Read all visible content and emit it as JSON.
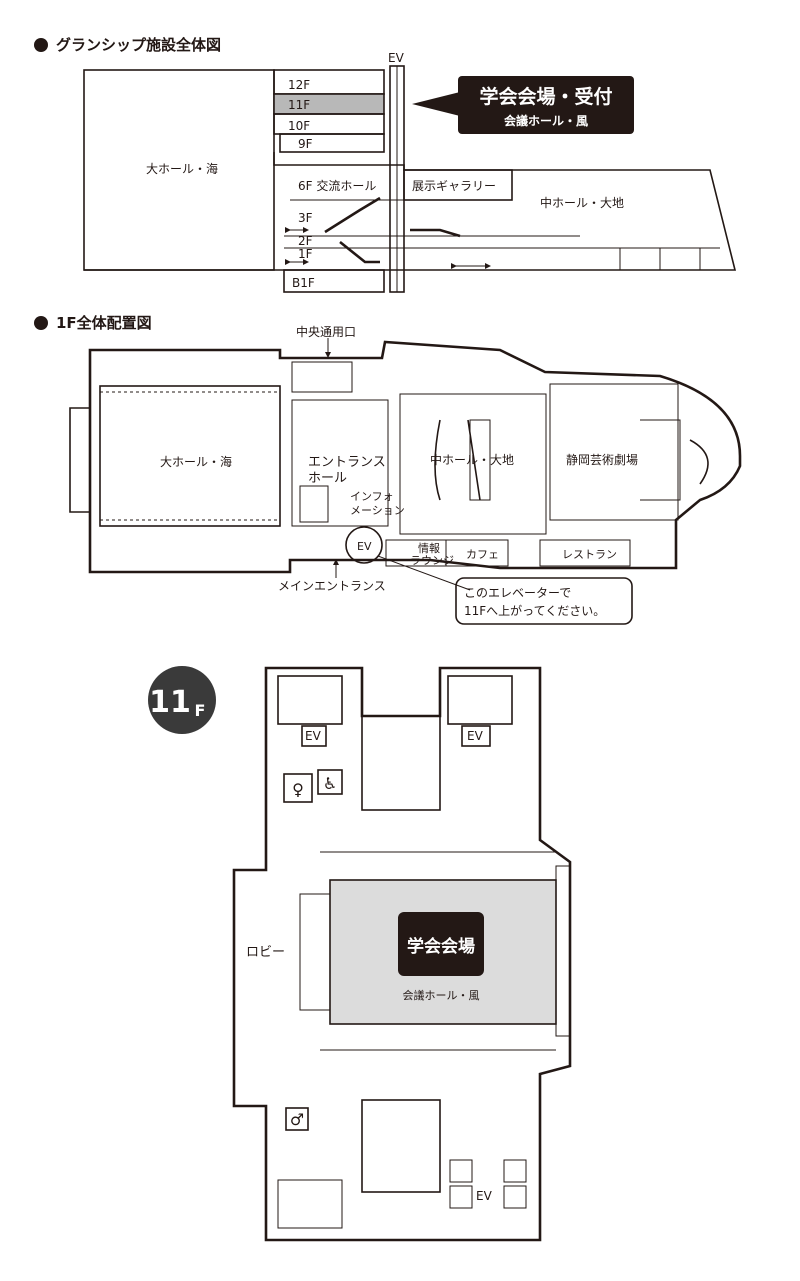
{
  "section1": {
    "heading": "グランシップ施設全体図",
    "ev_label": "EV",
    "floors": [
      "12F",
      "11F",
      "10F",
      "9F",
      "6F",
      "3F",
      "2F",
      "1F",
      "B1F"
    ],
    "exchange_hall": "6F 交流ホール",
    "gallery": "展示ギャラリー",
    "big_hall": "大ホール・海",
    "mid_hall": "中ホール・大地",
    "callout_title": "学会会場・受付",
    "callout_sub": "会議ホール・風"
  },
  "section2": {
    "heading": "1F全体配置図",
    "central_entrance": "中央通用口",
    "big_hall": "大ホール・海",
    "entrance_hall_1": "エントランス",
    "entrance_hall_2": "ホール",
    "info_1": "インフォ",
    "info_2": "メーション",
    "mid_hall": "中ホール・大地",
    "theatre": "静岡芸術劇場",
    "ev": "EV",
    "lounge_1": "情報",
    "lounge_2": "ラウンジ",
    "cafe": "カフェ",
    "restaurant": "レストラン",
    "main_entrance": "メインエントランス",
    "note_line1": "このエレベーターで",
    "note_line2": "11Fへ上がってください。"
  },
  "section3": {
    "floor_badge_num": "11",
    "floor_badge_suffix": "F",
    "ev_left": "EV",
    "ev_right": "EV",
    "ev_bottom": "EV",
    "lobby": "ロビー",
    "venue": "学会会場",
    "venue_sub": "会議ホール・風"
  }
}
